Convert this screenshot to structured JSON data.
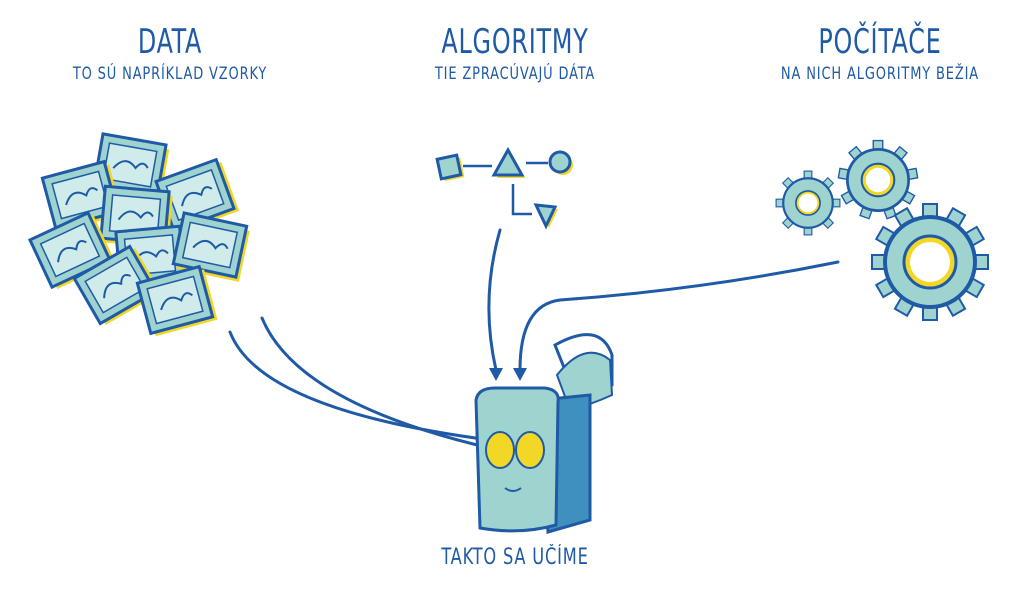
{
  "columns": {
    "data": {
      "title": "DATA",
      "subtitle": "TO SÚ NAPRÍKLAD VZORKY"
    },
    "algorithms": {
      "title": "ALGORITMY",
      "subtitle": "TIE ZPRACÚVAJÚ DÁTA"
    },
    "computers": {
      "title": "POČÍTAČE",
      "subtitle": "NA NICH ALGORITMY BEŽIA"
    }
  },
  "caption": "TAKTO SA UČÍME",
  "colors": {
    "blue": "#1f5aa6",
    "teal": "#9fd3cf",
    "yellow": "#f2d726"
  },
  "icons": [
    "photo-card-icon",
    "shape-square-icon",
    "shape-triangle-icon",
    "shape-circle-icon",
    "gear-icon",
    "robot-head-icon",
    "arrow-icon"
  ]
}
